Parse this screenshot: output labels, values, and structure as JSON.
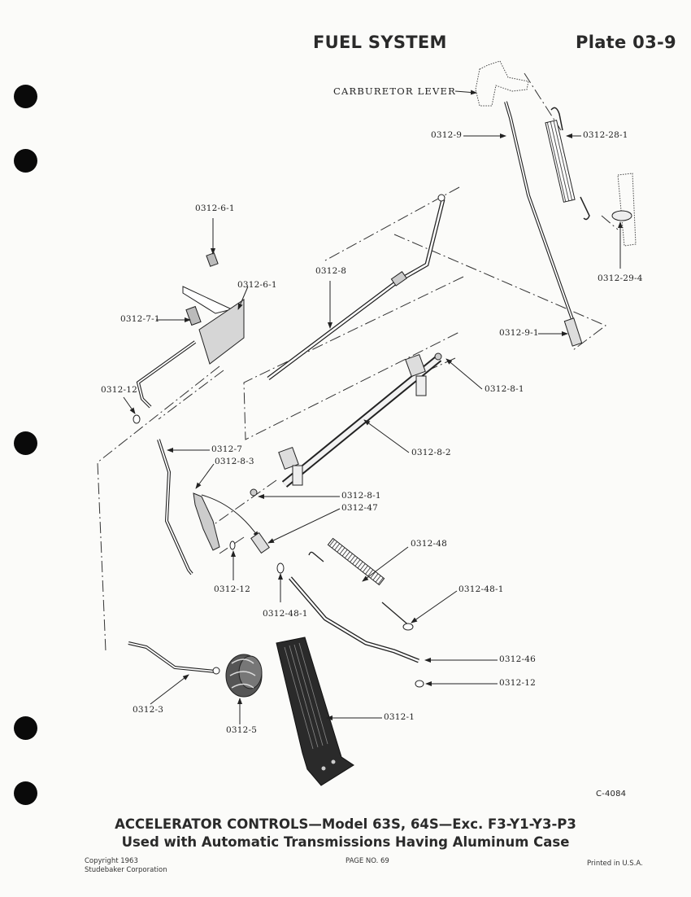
{
  "header": {
    "section": "FUEL SYSTEM",
    "plate": "Plate 03-9"
  },
  "binder_holes": 5,
  "diagram": {
    "figure_id": "C-4084",
    "annotation": "CARBURETOR LEVER",
    "callouts": [
      {
        "id": "carb",
        "part": "CARBURETOR LEVER"
      },
      {
        "id": "c0",
        "part": "0312-9"
      },
      {
        "id": "c1",
        "part": "0312-28-1"
      },
      {
        "id": "c2",
        "part": "0312-6-1"
      },
      {
        "id": "c3",
        "part": "0312-6-1"
      },
      {
        "id": "c4",
        "part": "0312-8"
      },
      {
        "id": "c5",
        "part": "0312-7-1"
      },
      {
        "id": "c6",
        "part": "0312-29-4"
      },
      {
        "id": "c7",
        "part": "0312-9-1"
      },
      {
        "id": "c8",
        "part": "0312-12"
      },
      {
        "id": "c9",
        "part": "0312-8-1"
      },
      {
        "id": "c10",
        "part": "0312-7"
      },
      {
        "id": "c11",
        "part": "0312-8-3"
      },
      {
        "id": "c12",
        "part": "0312-8-2"
      },
      {
        "id": "c13",
        "part": "0312-8-1"
      },
      {
        "id": "c14",
        "part": "0312-47"
      },
      {
        "id": "c15",
        "part": "0312-48"
      },
      {
        "id": "c16",
        "part": "0312-12"
      },
      {
        "id": "c17",
        "part": "0312-48-1"
      },
      {
        "id": "c18",
        "part": "0312-48-1"
      },
      {
        "id": "c19",
        "part": "0312-46"
      },
      {
        "id": "c20",
        "part": "0312-12"
      },
      {
        "id": "c21",
        "part": "0312-3"
      },
      {
        "id": "c22",
        "part": "0312-1"
      },
      {
        "id": "c23",
        "part": "0312-5"
      }
    ]
  },
  "caption": {
    "line1": "ACCELERATOR CONTROLS—Model 63S, 64S—Exc. F3-Y1-Y3-P3",
    "line2": "Used with Automatic Transmissions Having Aluminum Case"
  },
  "footer": {
    "copyright_line1": "Copyright 1963",
    "copyright_line2": "Studebaker Corporation",
    "page": "PAGE NO. 69",
    "printed": "Printed in U.S.A."
  }
}
